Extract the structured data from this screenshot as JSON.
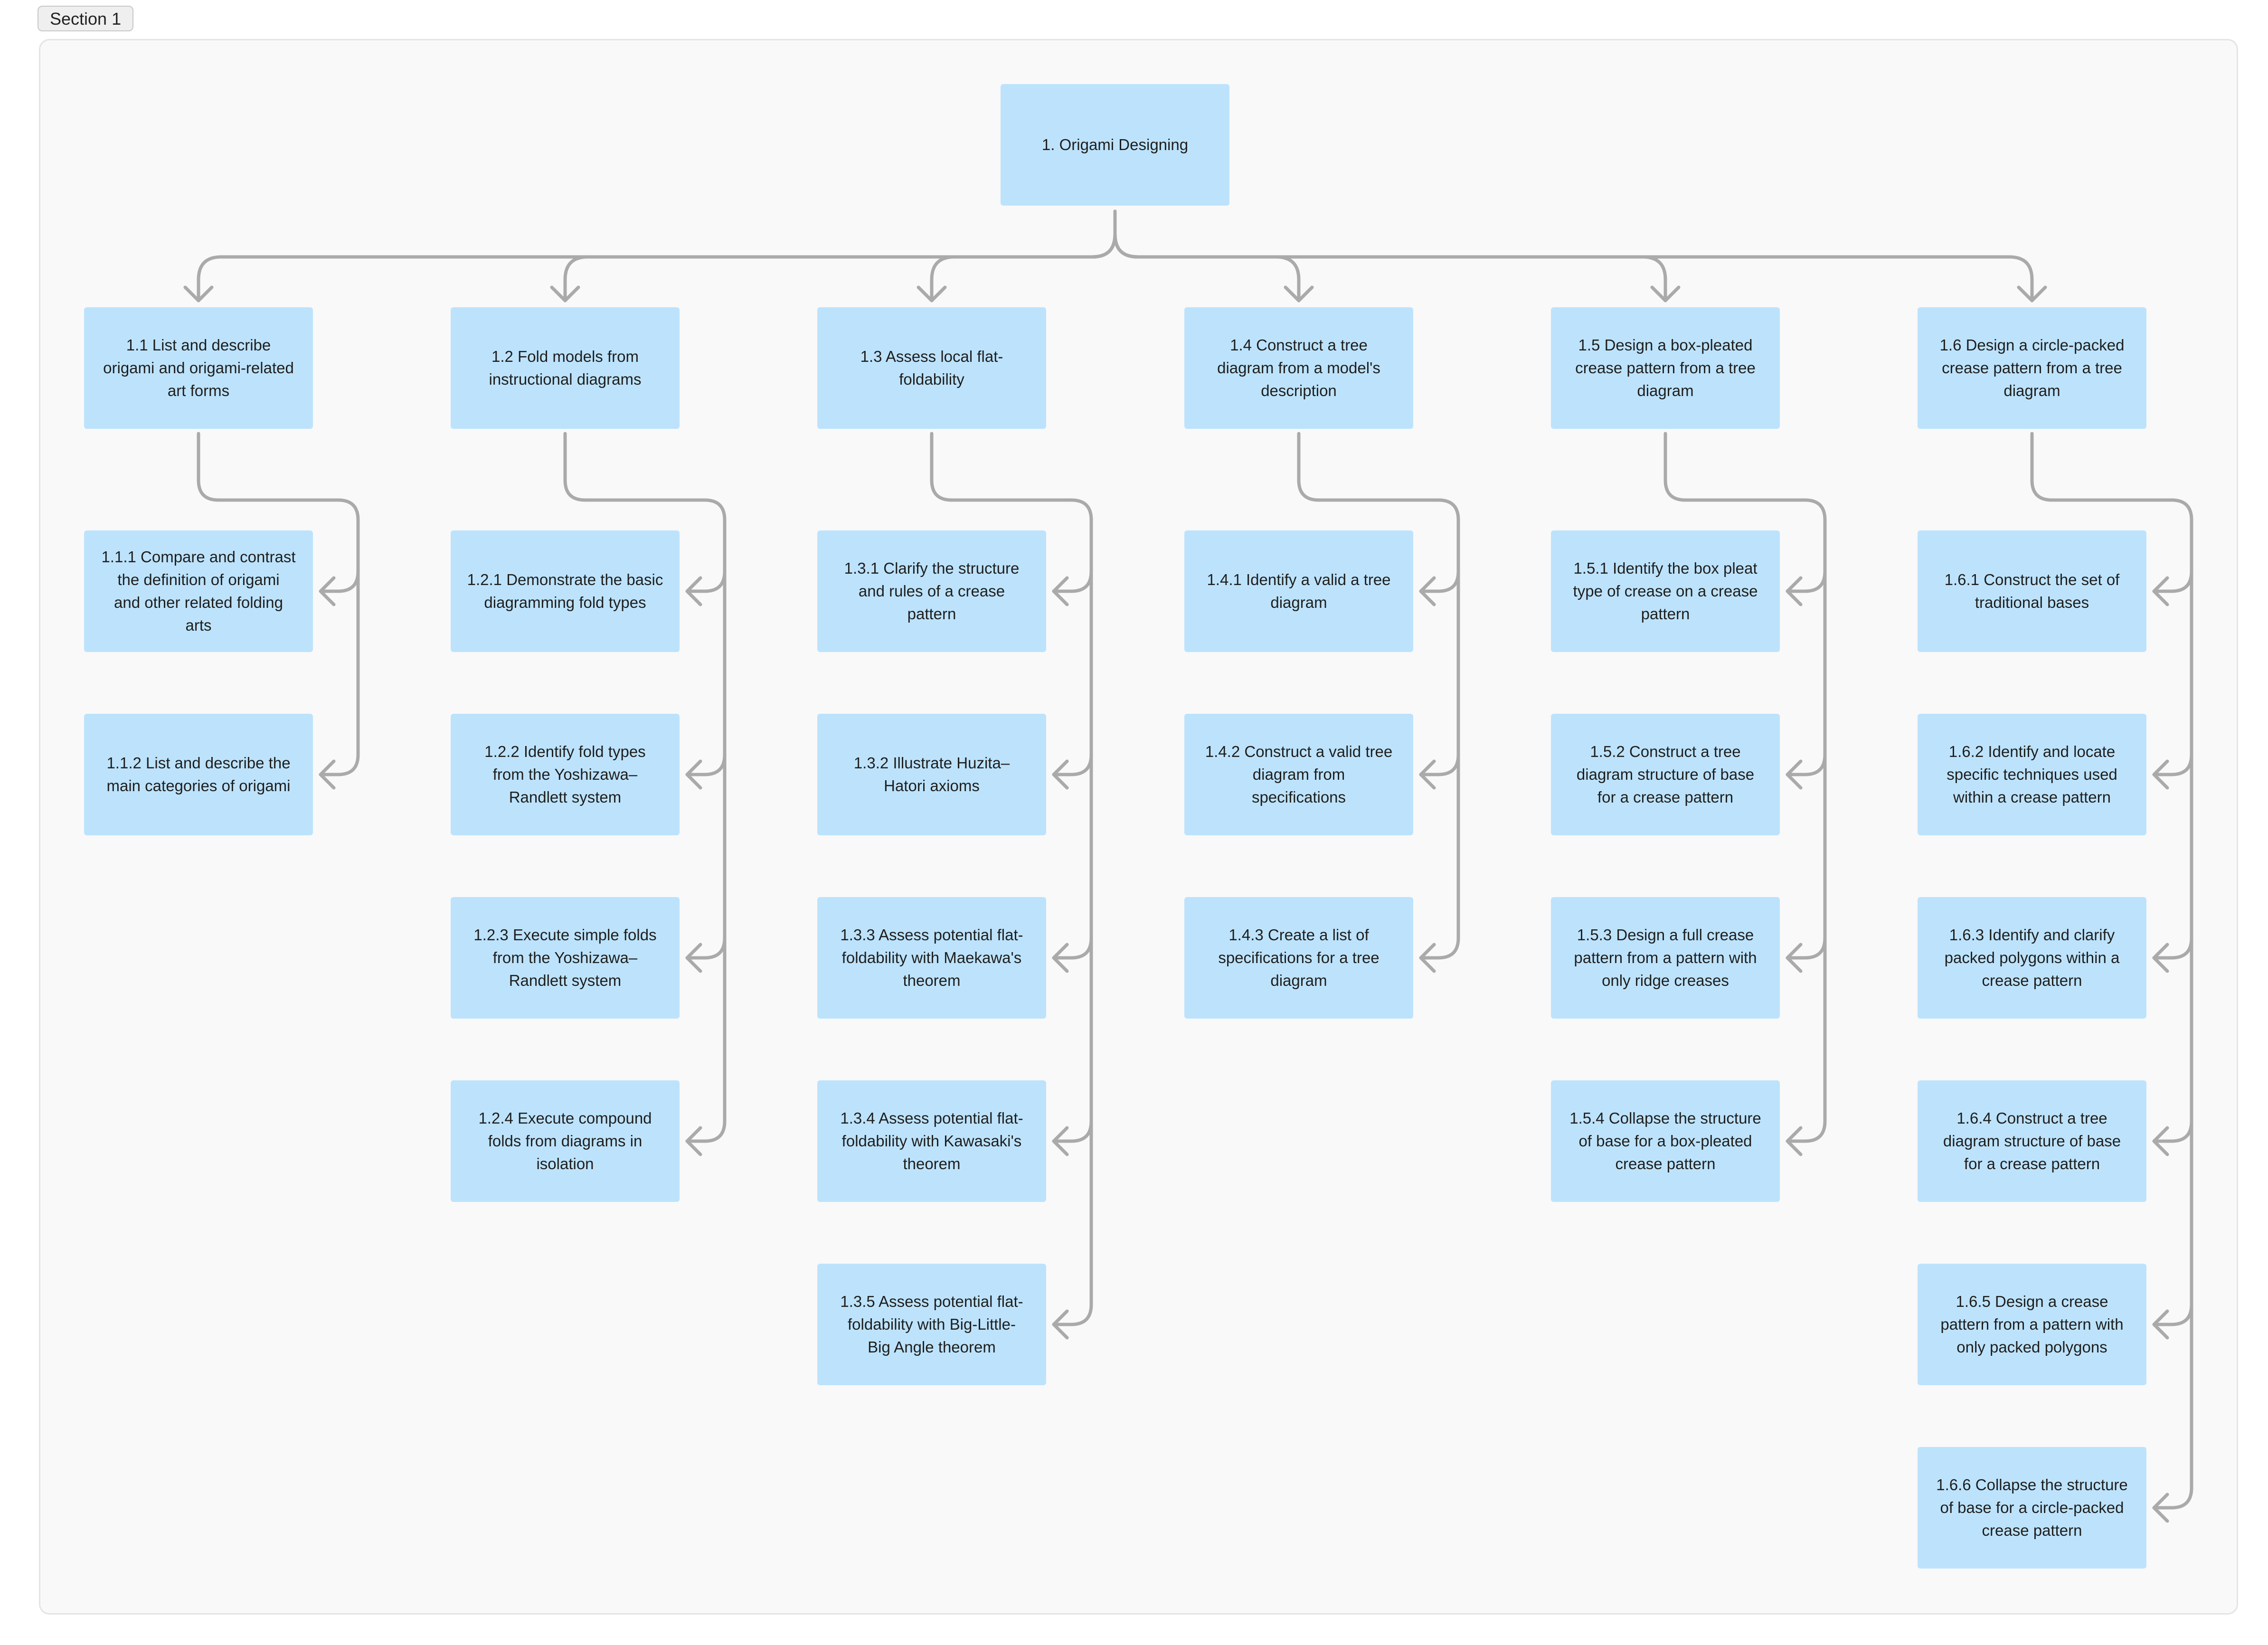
{
  "section": {
    "label": "Section 1"
  },
  "root": {
    "label": "1.  Origami Designing"
  },
  "branches": [
    {
      "label": "1.1 List and describe\norigami and origami-related\nart forms",
      "children": [
        "1.1.1 Compare and contrast\nthe definition of origami\nand other related folding\narts",
        "1.1.2 List and describe the\nmain categories of origami"
      ]
    },
    {
      "label": "1.2 Fold models from\ninstructional diagrams",
      "children": [
        "1.2.1 Demonstrate the basic\ndiagramming fold types",
        "1.2.2 Identify fold types\nfrom the Yoshizawa–\nRandlett system",
        "1.2.3 Execute simple folds\nfrom the Yoshizawa–\nRandlett system",
        "1.2.4 Execute compound\nfolds from diagrams in\nisolation"
      ]
    },
    {
      "label": "1.3 Assess local flat-\nfoldability",
      "children": [
        "1.3.1 Clarify the structure\nand rules of a crease\npattern",
        "1.3.2 Illustrate Huzita–\nHatori axioms",
        "1.3.3 Assess potential flat-\nfoldability with Maekawa's\ntheorem",
        "1.3.4 Assess potential flat-\nfoldability with Kawasaki's\ntheorem",
        "1.3.5  Assess potential flat-\nfoldability with Big-Little-\nBig Angle theorem"
      ]
    },
    {
      "label": "1.4 Construct a tree\ndiagram from a model's\ndescription",
      "children": [
        "1.4.1 Identify a valid a tree\ndiagram",
        "1.4.2 Construct a valid tree\ndiagram from\nspecifications",
        "1.4.3 Create a list of\nspecifications for a tree\ndiagram"
      ]
    },
    {
      "label": "1.5 Design a box-pleated\ncrease pattern from a tree\ndiagram",
      "children": [
        "1.5.1 Identify the box pleat\ntype of crease on a crease\npattern",
        "1.5.2 Construct a tree\ndiagram structure of base\nfor a crease pattern",
        "1.5.3 Design a full crease\npattern from a pattern with\nonly ridge creases",
        "1.5.4 Collapse the structure\nof base for a box-pleated\ncrease pattern"
      ]
    },
    {
      "label": "1.6 Design a circle-packed\ncrease pattern from a tree\ndiagram",
      "children": [
        "1.6.1 Construct the set of\ntraditional bases",
        "1.6.2 Identify and locate\nspecific techniques used\nwithin a crease pattern",
        "1.6.3 Identify and clarify\npacked polygons within a\ncrease pattern",
        "1.6.4 Construct a tree\ndiagram structure of base\nfor a crease pattern",
        "1.6.5 Design a crease\npattern from a pattern with\nonly packed polygons",
        "1.6.6 Collapse the structure\nof base for a circle-packed\ncrease pattern"
      ]
    }
  ]
}
